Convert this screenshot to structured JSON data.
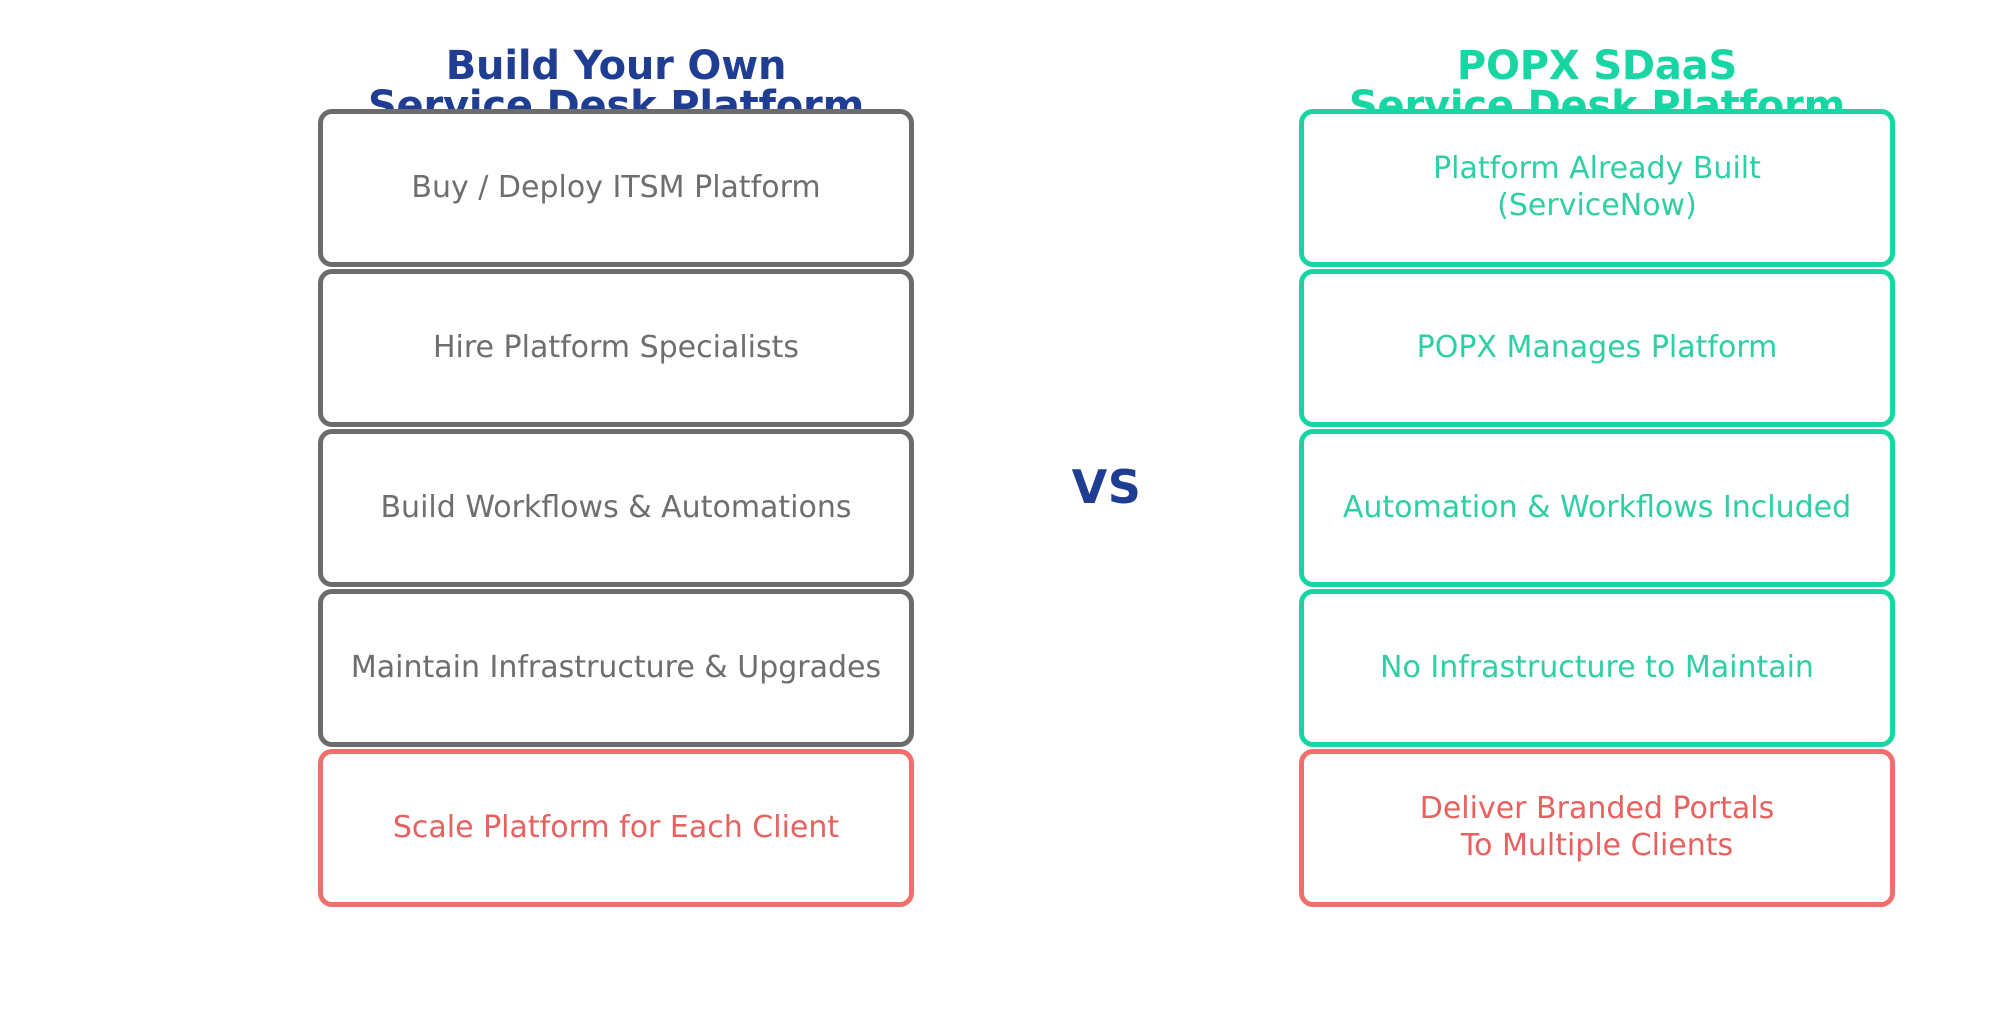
{
  "diagram": {
    "comparison_operator": "VS",
    "colors": {
      "navy": "#1f3d93",
      "teal": "#17d6a4",
      "grey": "#6c6c6c",
      "grey_text": "#6e6e6e",
      "red": "#ee6f6c",
      "red_text": "#e8615f",
      "background": "#ffffff"
    },
    "left_column": {
      "heading": "Build Your Own\nService Desk Platform",
      "heading_color": "#1f3d93",
      "steps": [
        {
          "label": "Buy / Deploy ITSM Platform",
          "variant": "grey"
        },
        {
          "label": "Hire Platform Specialists",
          "variant": "grey"
        },
        {
          "label": "Build Workflows & Automations",
          "variant": "grey"
        },
        {
          "label": "Maintain Infrastructure & Upgrades",
          "variant": "grey"
        },
        {
          "label": "Scale Platform for Each Client",
          "variant": "red"
        }
      ]
    },
    "right_column": {
      "heading": "POPX SDaaS\nService Desk Platform",
      "heading_color": "#17d6a4",
      "steps": [
        {
          "label": "Platform Already Built\n(ServiceNow)",
          "variant": "teal"
        },
        {
          "label": "POPX Manages Platform",
          "variant": "teal"
        },
        {
          "label": "Automation & Workflows Included",
          "variant": "teal"
        },
        {
          "label": "No Infrastructure to Maintain",
          "variant": "teal"
        },
        {
          "label": "Deliver Branded Portals\nTo Multiple Clients",
          "variant": "red"
        }
      ]
    }
  }
}
